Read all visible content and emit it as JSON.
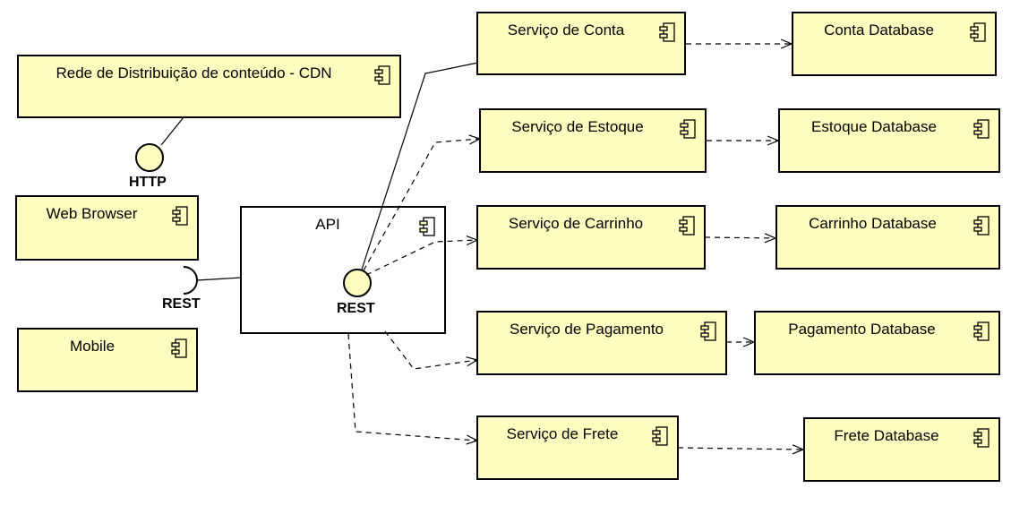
{
  "components": {
    "cdn": {
      "label": "Rede de Distribuição de conteúdo - CDN"
    },
    "web_browser": {
      "label": "Web Browser"
    },
    "mobile": {
      "label": "Mobile"
    },
    "api": {
      "label": "API"
    },
    "servico_conta": {
      "label": "Serviço de Conta"
    },
    "servico_estoque": {
      "label": "Serviço de Estoque"
    },
    "servico_carrinho": {
      "label": "Serviço de Carrinho"
    },
    "servico_pagamento": {
      "label": "Serviço de Pagamento"
    },
    "servico_frete": {
      "label": "Serviço de Frete"
    },
    "conta_db": {
      "label": "Conta Database"
    },
    "estoque_db": {
      "label": "Estoque Database"
    },
    "carrinho_db": {
      "label": "Carrinho Database"
    },
    "pagamento_db": {
      "label": "Pagamento Database"
    },
    "frete_db": {
      "label": "Frete Database"
    }
  },
  "interfaces": {
    "http": {
      "label": "HTTP"
    },
    "rest_required": {
      "label": "REST"
    },
    "rest_provided": {
      "label": "REST"
    }
  },
  "colors": {
    "component_fill": "#ffffc0",
    "stroke": "#000000"
  },
  "icon": "uml-component-icon"
}
